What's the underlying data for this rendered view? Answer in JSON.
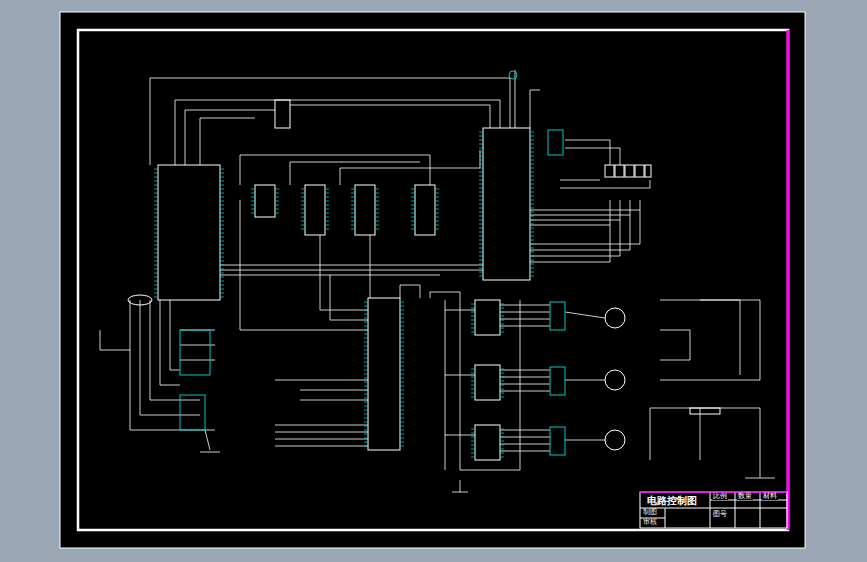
{
  "diagram": {
    "title": "电路控制图",
    "labels": [
      "比例",
      "数量",
      "材料",
      "图号",
      "制图",
      "审核"
    ]
  }
}
